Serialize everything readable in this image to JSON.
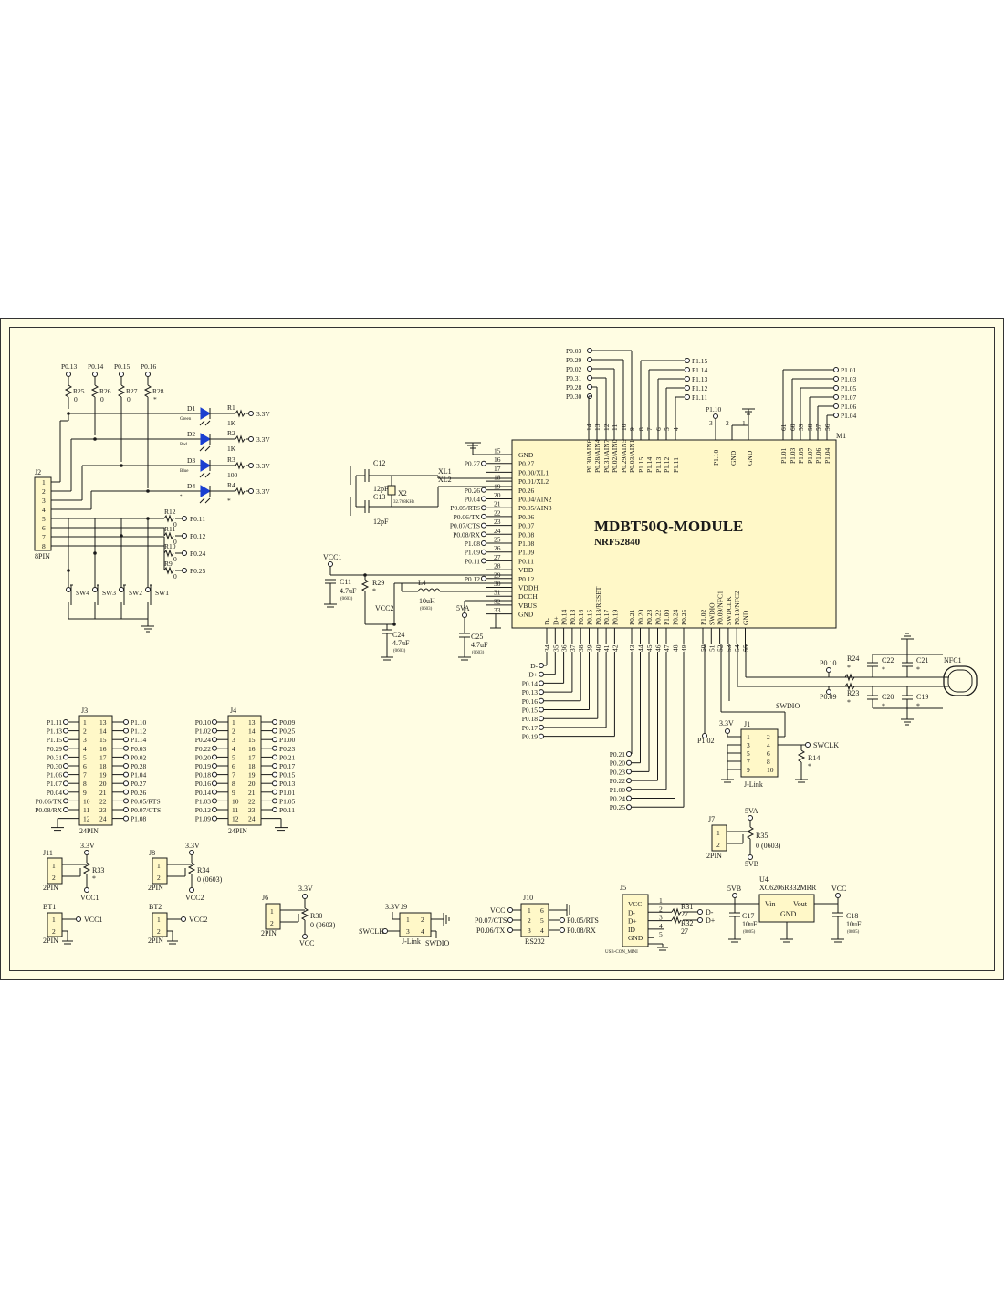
{
  "module": {
    "title": "MDBT50Q-MODULE",
    "chip": "NRF52840",
    "ref": "M1"
  },
  "colors": {
    "paper": "#fffde3",
    "border": "#333333",
    "module_fill": "#fff8c8",
    "led": "#1a3fd0",
    "ink": "#1a1a1a"
  },
  "top_left_nets": [
    "P0.03",
    "P0.29",
    "P0.02",
    "P0.31",
    "P0.28",
    "P0.30"
  ],
  "top_right_nets": [
    "P1.15",
    "P1.14",
    "P1.13",
    "P1.12",
    "P1.11"
  ],
  "top_pin_numbers": [
    "14",
    "13",
    "12",
    "11",
    "10",
    "9",
    "8",
    "7",
    "6",
    "5",
    "4"
  ],
  "top_pin_names": [
    "P0.30/AIN6",
    "P0.28/AIN4",
    "P0.31/AIN7",
    "P0.02/AIN0",
    "P0.29/AIN5",
    "P0.03/AIN1",
    "P1.15",
    "P1.14",
    "P1.13",
    "P1.12",
    "P1.11"
  ],
  "top_mid": {
    "net": "P1.10",
    "pins": [
      "3",
      "2",
      "1"
    ],
    "names": [
      "P1.10",
      "GND",
      "GND"
    ]
  },
  "top_far_nets": [
    "P1.01",
    "P1.03",
    "P1.05",
    "P1.07",
    "P1.06",
    "P1.04"
  ],
  "top_far_numbers": [
    "61",
    "60",
    "59",
    "58",
    "57",
    "56"
  ],
  "top_far_names": [
    "P1.01",
    "P1.03",
    "P1.05",
    "P1.07",
    "P1.06",
    "P1.04"
  ],
  "left_pins": [
    {
      "num": "15",
      "name": "GND",
      "net": ""
    },
    {
      "num": "16",
      "name": "P0.27",
      "net": "P0.27"
    },
    {
      "num": "17",
      "name": "P0.00/XL1",
      "net": "XL1"
    },
    {
      "num": "18",
      "name": "P0.01/XL2",
      "net": "XL2"
    },
    {
      "num": "19",
      "name": "P0.26",
      "net": "P0.26"
    },
    {
      "num": "20",
      "name": "P0.04/AIN2",
      "net": "P0.04"
    },
    {
      "num": "21",
      "name": "P0.05/AIN3",
      "net": "P0.05/RTS"
    },
    {
      "num": "22",
      "name": "P0.06",
      "net": "P0.06/TX"
    },
    {
      "num": "23",
      "name": "P0.07",
      "net": "P0.07/CTS"
    },
    {
      "num": "24",
      "name": "P0.08",
      "net": "P0.08/RX"
    },
    {
      "num": "25",
      "name": "P1.08",
      "net": "P1.08"
    },
    {
      "num": "26",
      "name": "P1.09",
      "net": "P1.09"
    },
    {
      "num": "27",
      "name": "P0.11",
      "net": "P0.11"
    },
    {
      "num": "28",
      "name": "VDD",
      "net": ""
    },
    {
      "num": "29",
      "name": "P0.12",
      "net": "P0.12"
    },
    {
      "num": "30",
      "name": "VDDH",
      "net": ""
    },
    {
      "num": "31",
      "name": "DCCH",
      "net": ""
    },
    {
      "num": "32",
      "name": "VBUS",
      "net": ""
    },
    {
      "num": "33",
      "name": "GND",
      "net": ""
    }
  ],
  "bottom_pin_numbers": [
    "34",
    "35",
    "36",
    "37",
    "38",
    "39",
    "40",
    "41",
    "42",
    "43",
    "44",
    "45",
    "46",
    "47",
    "48",
    "49",
    "50",
    "51",
    "52",
    "53",
    "54",
    "55"
  ],
  "bottom_pin_names": [
    "D-",
    "D+",
    "P0.14",
    "P0.13",
    "P0.16",
    "P0.15",
    "P0.18/RESET",
    "P0.17",
    "P0.19",
    "P0.21",
    "P0.20",
    "P0.23",
    "P0.22",
    "P1.00",
    "P0.24",
    "P0.25",
    "P1.02",
    "SWDIO",
    "P0.09/NFC1",
    "SWDCLK",
    "P0.10/NFC2",
    "GND"
  ],
  "bottom_left_nets": [
    "D-",
    "D+",
    "P0.14",
    "P0.13",
    "P0.16",
    "P0.15",
    "P0.18",
    "P0.17",
    "P0.19"
  ],
  "bottom_mid_nets": [
    "P0.21",
    "P0.20",
    "P0.23",
    "P0.22",
    "P1.00",
    "P0.24",
    "P0.25"
  ],
  "leds": [
    {
      "ref": "D1",
      "color": "Green",
      "res": "R1",
      "val": "1K"
    },
    {
      "ref": "D2",
      "color": "Red",
      "res": "R2",
      "val": "1K"
    },
    {
      "ref": "D3",
      "color": "Blue",
      "res": "R3",
      "val": "100"
    },
    {
      "ref": "D4",
      "color": "*",
      "res": "R4",
      "val": "*"
    }
  ],
  "led_nets": [
    "P0.13",
    "P0.14",
    "P0.15",
    "P0.16"
  ],
  "led_jumpers": [
    {
      "ref": "R25",
      "val": "0"
    },
    {
      "ref": "R26",
      "val": "0"
    },
    {
      "ref": "R27",
      "val": "0"
    },
    {
      "ref": "R28",
      "val": "*"
    }
  ],
  "supply_33": "3.3V",
  "j2": {
    "ref": "J2",
    "pins": [
      "1",
      "2",
      "3",
      "4",
      "5",
      "6",
      "7",
      "8"
    ],
    "type": "8PIN"
  },
  "switch_res": [
    {
      "ref": "R12",
      "val": "0",
      "net": "P0.11"
    },
    {
      "ref": "R11",
      "val": "0",
      "net": "P0.12"
    },
    {
      "ref": "R10",
      "val": "0",
      "net": "P0.24"
    },
    {
      "ref": "R9",
      "val": "0",
      "net": "P0.25"
    }
  ],
  "switches": [
    "SW4",
    "SW3",
    "SW2",
    "SW1"
  ],
  "crystal": {
    "c1": "C12",
    "c2": "C13",
    "cval": "12pF",
    "ref": "X2",
    "freq": "32.768KHz",
    "xl1": "XL1",
    "xl2": "XL2"
  },
  "power": {
    "vcc1": "VCC1",
    "c11": "C11",
    "c11v": "4.7uF",
    "pkg": "(0603)",
    "r29": "R29",
    "r29v": "*",
    "l4": "L4",
    "l4v": "10uH",
    "vcc2": "VCC2",
    "c24": "C24",
    "c24v": "4.7uF",
    "vbus_net": "5VA",
    "c25": "C25",
    "c25v": "4.7uF"
  },
  "nfc": {
    "r24": "R24",
    "r23": "R23",
    "star": "*",
    "p010": "P0.10",
    "p009": "P0.09",
    "c22": "C22",
    "c21": "C21",
    "c20": "C20",
    "c19": "C19",
    "ant": "NFC1"
  },
  "j1": {
    "ref": "J1",
    "type": "J-Link",
    "left": [
      "1",
      "3",
      "5",
      "7",
      "9"
    ],
    "right": [
      "2",
      "4",
      "6",
      "8",
      "10"
    ],
    "swdio": "SWDIO",
    "swclk": "SWCLK",
    "r14": "R14",
    "r14v": "*",
    "v33": "3.3V",
    "p102": "P1.02"
  },
  "j3": {
    "ref": "J3",
    "type": "24PIN",
    "left_nets": [
      "P1.11",
      "P1.13",
      "P1.15",
      "P0.29",
      "P0.31",
      "P0.30",
      "P1.06",
      "P1.07",
      "P0.04",
      "P0.06/TX",
      "P0.08/RX",
      ""
    ],
    "right_nets": [
      "P1.10",
      "P1.12",
      "P1.14",
      "P0.03",
      "P0.02",
      "P0.28",
      "P1.04",
      "P0.27",
      "P0.26",
      "P0.05/RTS",
      "P0.07/CTS",
      "P1.08"
    ]
  },
  "j4": {
    "ref": "J4",
    "type": "24PIN",
    "left_nets": [
      "P0.10",
      "P1.02",
      "P0.24",
      "P0.22",
      "P0.20",
      "P0.19",
      "P0.18",
      "P0.16",
      "P0.14",
      "P1.03",
      "P0.12",
      "P1.09"
    ],
    "right_nets": [
      "P0.09",
      "P0.25",
      "P1.00",
      "P0.23",
      "P0.21",
      "P0.17",
      "P0.15",
      "P0.13",
      "P1.01",
      "P1.05",
      "P0.11",
      ""
    ]
  },
  "j7": {
    "ref": "J7",
    "type": "2PIN",
    "top": "5VA",
    "r": "R35",
    "rv": "0 (0603)",
    "bot": "5VB"
  },
  "j11": {
    "ref": "J11",
    "type": "2PIN",
    "top": "3.3V",
    "r": "R33",
    "rv": "*",
    "bot": "VCC1"
  },
  "j8": {
    "ref": "J8",
    "type": "2PIN",
    "top": "3.3V",
    "r": "R34",
    "rv": "0 (0603)",
    "bot": "VCC2"
  },
  "bt1": {
    "ref": "BT1",
    "type": "2PIN",
    "net": "VCC1"
  },
  "bt2": {
    "ref": "BT2",
    "type": "2PIN",
    "net": "VCC2"
  },
  "j6": {
    "ref": "J6",
    "type": "2PIN",
    "top": "3.3V",
    "r": "R30",
    "rv": "0 (0603)",
    "bot": "VCC"
  },
  "j9": {
    "ref": "J9",
    "type": "J-Link",
    "v": "3.3V",
    "swclk": "SWCLK",
    "swdio": "SWDIO",
    "pins": [
      "1",
      "2",
      "3",
      "4"
    ]
  },
  "j10": {
    "ref": "J10",
    "type": "RS232",
    "left": [
      "VCC",
      "P0.07/CTS",
      "P0.06/TX"
    ],
    "right": [
      "P0.05/RTS",
      "P0.08/RX"
    ],
    "pins": [
      "1",
      "6",
      "2",
      "5",
      "3",
      "4"
    ]
  },
  "j5": {
    "ref": "J5",
    "type": "USB-CON_MINI",
    "names": [
      "VCC",
      "D-",
      "D+",
      "ID",
      "GND"
    ],
    "nums": [
      "1",
      "2",
      "3",
      "4",
      "5"
    ]
  },
  "usb_res": {
    "r31": "R31",
    "r31v": "27",
    "r32": "R32",
    "r32v": "27",
    "dm": "D-",
    "dp": "D+",
    "net": "5VB"
  },
  "u4": {
    "ref": "U4",
    "part": "XC6206R332MRR",
    "vin": "Vin",
    "gnd": "GND",
    "vout": "Vout",
    "c17": "C17",
    "c17v": "10uF",
    "c18": "C18",
    "c18v": "10uF",
    "pkg": "(0805)",
    "vcc": "VCC"
  },
  "pin_numbers_1_8": [
    "1",
    "2",
    "3",
    "4",
    "5",
    "6",
    "7",
    "8"
  ]
}
